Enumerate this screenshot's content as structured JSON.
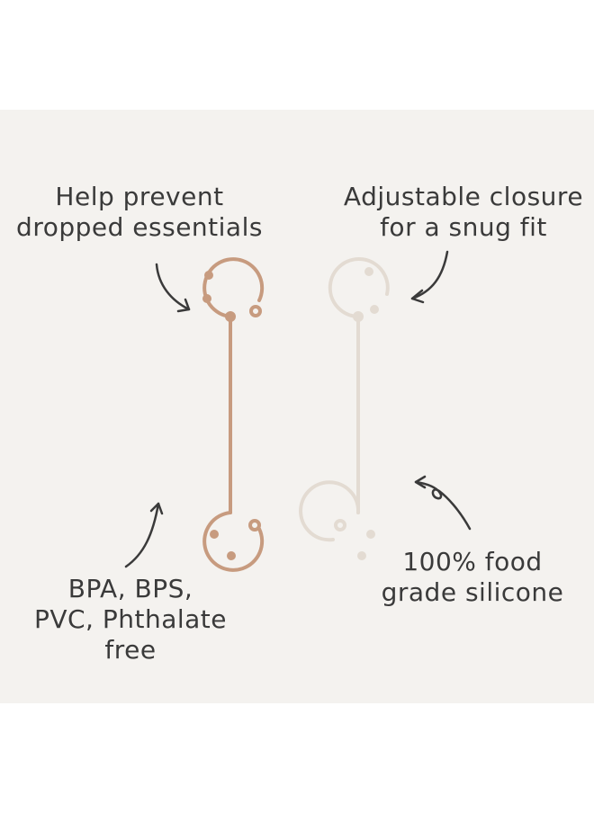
{
  "captions": {
    "top_left": [
      "Help prevent",
      "dropped essentials"
    ],
    "top_right": [
      "Adjustable closure",
      "for a snug fit"
    ],
    "bottom_right": [
      "100% food",
      "grade silicone"
    ],
    "bottom_left": [
      "BPA, BPS,",
      "PVC, Phthalate",
      "free"
    ]
  },
  "colors": {
    "background": "#f4f2ef",
    "strap_left": "#c79b7f",
    "strap_right": "#e3dbd2",
    "text": "#3a3a3a"
  },
  "icons": [
    "curved-arrow-icon"
  ]
}
